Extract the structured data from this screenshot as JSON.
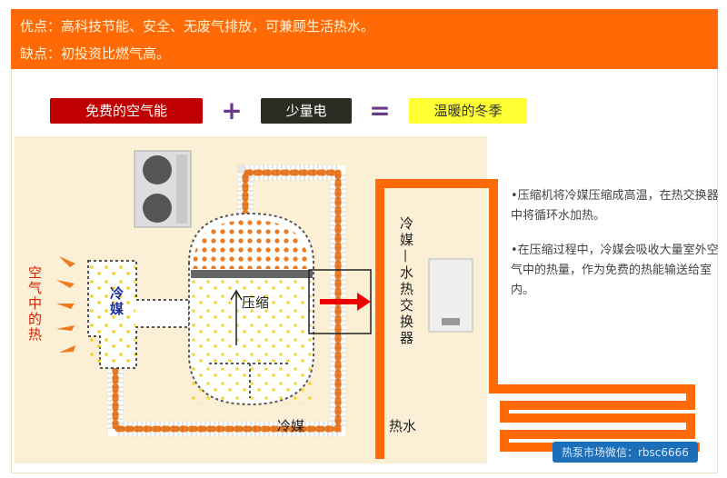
{
  "header": {
    "pros": "优点：高科技节能、安全、无废气排放，可兼顾生活热水。",
    "cons": "缺点：初投资比燃气高。"
  },
  "equation": {
    "term1": "免费的空气能",
    "plus": "+",
    "term2": "少量电",
    "equals": "=",
    "result": "温暖的冬季"
  },
  "diagram": {
    "air_heat": "空气中的热",
    "evaporator_label": "冷媒",
    "compress_label": "压缩",
    "refrigerant_label": "冷媒",
    "exchanger_label": "冷媒—水热交换器",
    "hot_water_label": "热水"
  },
  "notes": [
    "•压缩机将冷媒压缩成高温，在热交换器中将循环水加热。",
    "•在压缩过程中，冷媒会吸收大量室外空气中的热量，作为免费的热能输送给室内。"
  ],
  "watermark": "热泵市场微信：rbsc6666",
  "colors": {
    "orange": "#ff6a06",
    "red": "#c00000",
    "dark": "#2b2b22",
    "yellow": "#ffff33",
    "blue": "#1a6fb8"
  }
}
